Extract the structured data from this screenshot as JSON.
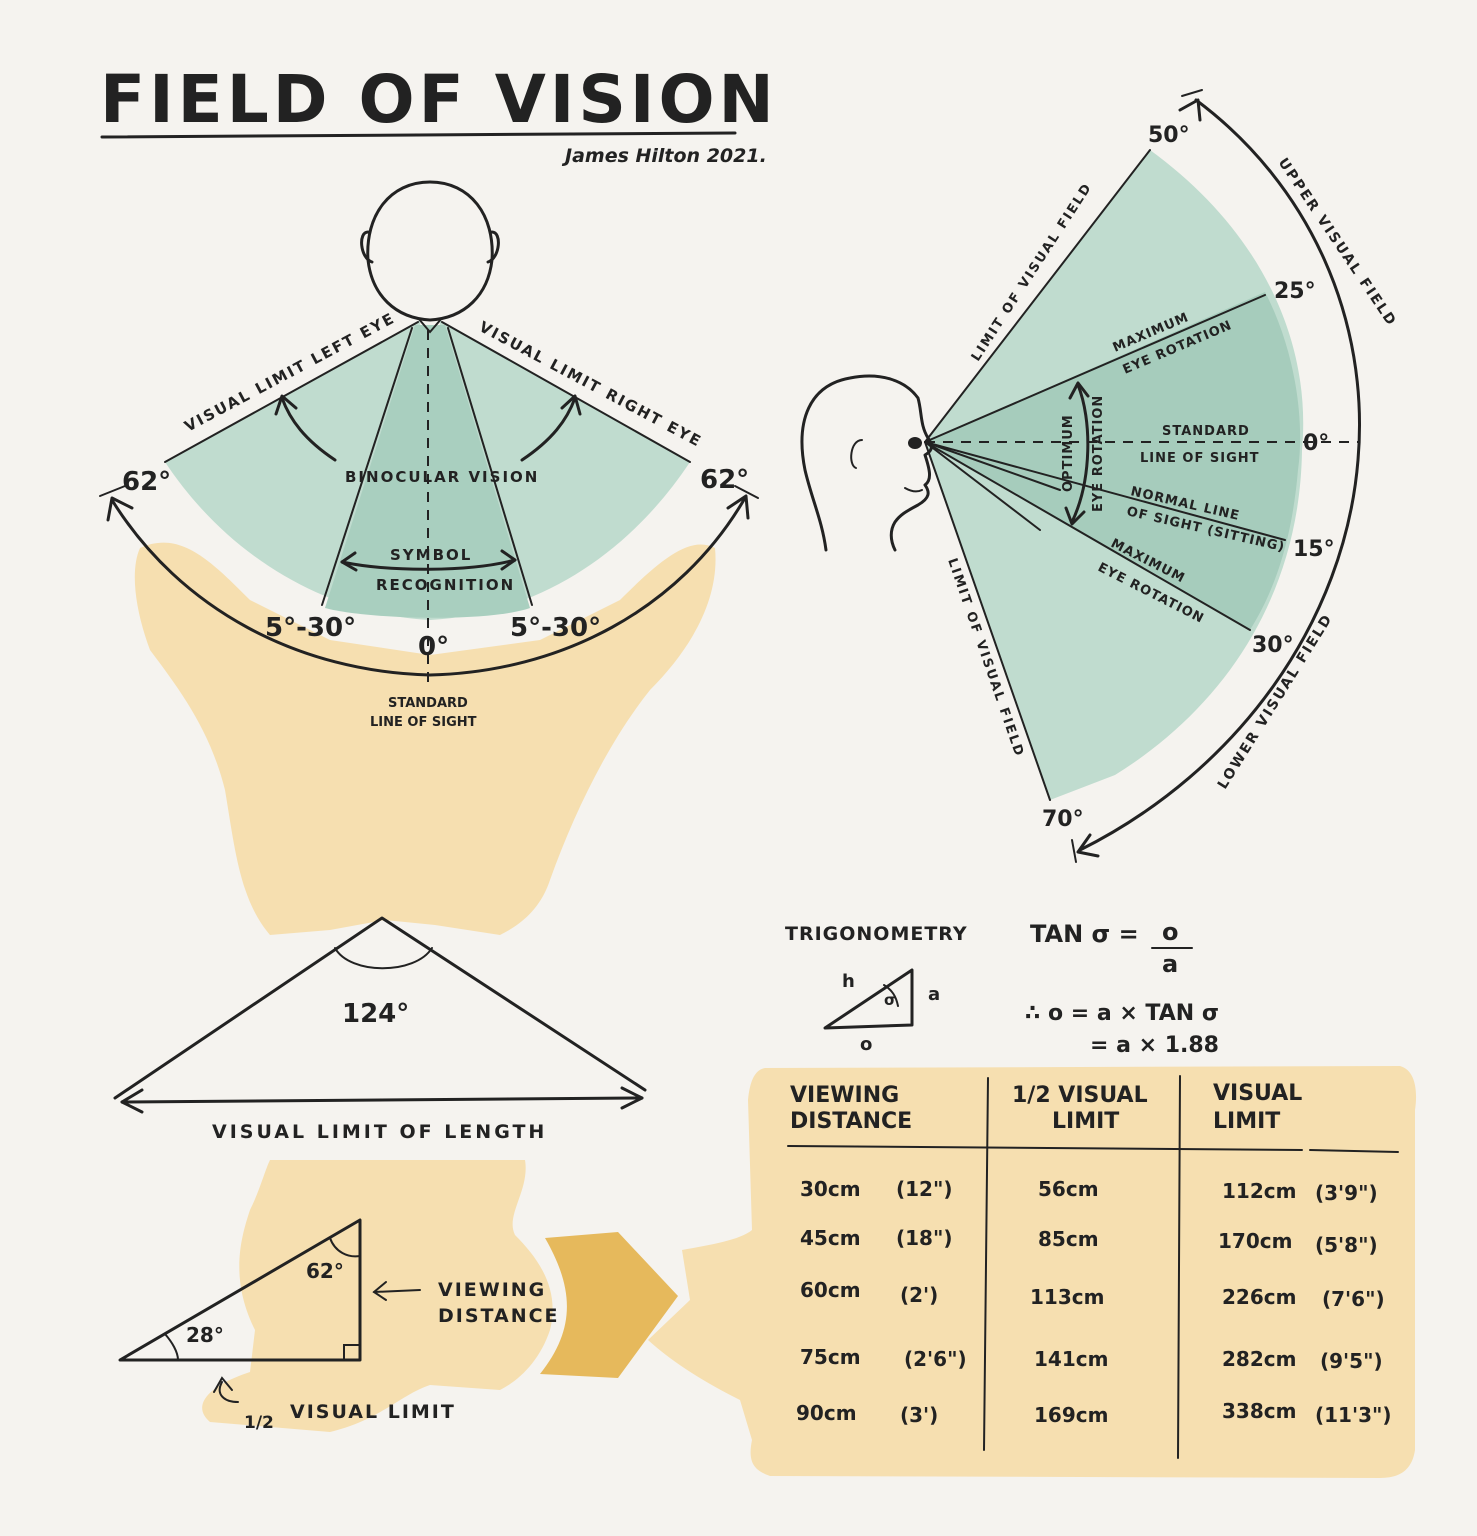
{
  "title": "FIELD OF VISION",
  "author": "James Hilton 2021.",
  "colors": {
    "background": "#f5f3ef",
    "green_light": "#c0dccf",
    "green_dark": "#a6ccbc",
    "cream": "#f6dfb0",
    "gold": "#e6b95c",
    "ink": "#222222"
  },
  "front_view": {
    "label_left_eye": "VISUAL LIMIT LEFT EYE",
    "label_right_eye": "VISUAL LIMIT RIGHT EYE",
    "angle_left": "62°",
    "angle_right": "62°",
    "binocular": "BINOCULAR VISION",
    "symbol_1": "SYMBOL",
    "symbol_2": "RECOGNITION",
    "range_left": "5°-30°",
    "range_right": "5°-30°",
    "zero": "0°",
    "sight_1": "STANDARD",
    "sight_2": "LINE OF SIGHT"
  },
  "side_view": {
    "a50": "50°",
    "a25": "25°",
    "a0": "0°",
    "a15": "15°",
    "a30": "30°",
    "a70": "70°",
    "limit_upper": "LIMIT OF VISUAL FIELD",
    "limit_lower": "LIMIT OF VISUAL FIELD",
    "max_rot_up_1": "MAXIMUM",
    "max_rot_up_2": "EYE ROTATION",
    "optimum_1": "OPTIMUM",
    "optimum_2": "EYE ROTATION",
    "std_1": "STANDARD",
    "std_2": "LINE OF SIGHT",
    "normal_1": "NORMAL LINE",
    "normal_2": "OF SIGHT (SITTING)",
    "max_rot_dn_1": "MAXIMUM",
    "max_rot_dn_2": "EYE ROTATION",
    "upper_field": "UPPER VISUAL FIELD",
    "lower_field": "LOWER VISUAL FIELD"
  },
  "triangle": {
    "angle": "124°",
    "length_label": "VISUAL LIMIT OF LENGTH"
  },
  "right_triangle": {
    "a62": "62°",
    "a28": "28°",
    "viewing_1": "VIEWING",
    "viewing_2": "DISTANCE",
    "half_1": "1/2",
    "half_2": "VISUAL LIMIT"
  },
  "trig": {
    "heading": "TRIGONOMETRY",
    "formula_lhs": "TAN σ =",
    "formula_num": "o",
    "formula_den": "a",
    "step1": "∴ o = a × TAN σ",
    "step2": "= a × 1.88",
    "h": "h",
    "a": "a",
    "o": "o",
    "sigma": "σ"
  },
  "table": {
    "col1_1": "VIEWING",
    "col1_2": "DISTANCE",
    "col2_1": "1/2 VISUAL",
    "col2_2": "LIMIT",
    "col3_1": "VISUAL",
    "col3_2": "LIMIT",
    "rows": [
      {
        "cm": "30cm",
        "inch": "(12\")",
        "half": "56cm",
        "full": "112cm",
        "ft": "(3'9\")"
      },
      {
        "cm": "45cm",
        "inch": "(18\")",
        "half": "85cm",
        "full": "170cm",
        "ft": "(5'8\")"
      },
      {
        "cm": "60cm",
        "inch": "(2')",
        "half": "113cm",
        "full": "226cm",
        "ft": "(7'6\")"
      },
      {
        "cm": "75cm",
        "inch": "(2'6\")",
        "half": "141cm",
        "full": "282cm",
        "ft": "(9'5\")"
      },
      {
        "cm": "90cm",
        "inch": "(3')",
        "half": "169cm",
        "full": "338cm",
        "ft": "(11'3\")"
      }
    ]
  }
}
